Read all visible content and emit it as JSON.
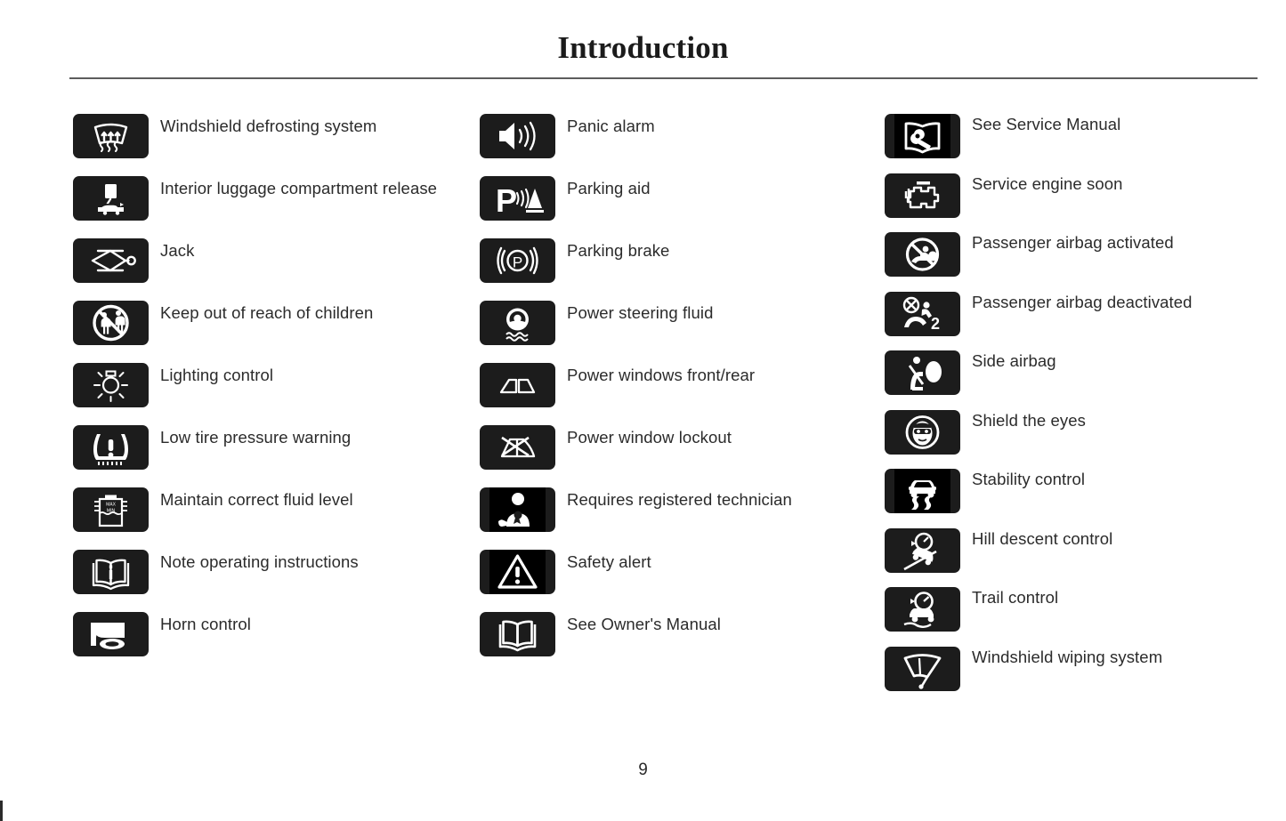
{
  "page": {
    "title": "Introduction",
    "page_number": "9",
    "text_color": "#2b2b2b",
    "icon_bg_color": "#1c1c1c",
    "rule_color": "#5c5c5c"
  },
  "columns": [
    {
      "name": "column-1",
      "items": [
        {
          "label": "Windshield defrosting system",
          "icon": "windshield-defrost-icon"
        },
        {
          "label": "Interior luggage compartment release",
          "icon": "luggage-compartment-release-icon"
        },
        {
          "label": "Jack",
          "icon": "jack-icon"
        },
        {
          "label": "Keep out of reach of children",
          "icon": "keep-out-of-reach-of-children-icon"
        },
        {
          "label": "Lighting control",
          "icon": "lighting-control-icon"
        },
        {
          "label": "Low tire pressure warning",
          "icon": "low-tire-pressure-icon"
        },
        {
          "label": "Maintain correct fluid level",
          "icon": "maintain-fluid-level-icon"
        },
        {
          "label": "Note operating instructions",
          "icon": "note-operating-instructions-icon"
        },
        {
          "label": "Horn control",
          "icon": "horn-control-icon"
        }
      ]
    },
    {
      "name": "column-2",
      "items": [
        {
          "label": "Panic alarm",
          "icon": "panic-alarm-icon"
        },
        {
          "label": "Parking aid",
          "icon": "parking-aid-icon"
        },
        {
          "label": "Parking brake",
          "icon": "parking-brake-icon"
        },
        {
          "label": "Power steering fluid",
          "icon": "power-steering-fluid-icon"
        },
        {
          "label": "Power windows front/rear",
          "icon": "power-windows-icon"
        },
        {
          "label": "Power window lockout",
          "icon": "power-window-lockout-icon"
        },
        {
          "label": "Requires registered technician",
          "icon": "registered-technician-icon"
        },
        {
          "label": "Safety alert",
          "icon": "safety-alert-icon"
        },
        {
          "label": "See Owner's Manual",
          "icon": "owners-manual-icon"
        }
      ]
    },
    {
      "name": "column-3",
      "items": [
        {
          "label": "See Service Manual",
          "icon": "service-manual-icon"
        },
        {
          "label": "Service engine soon",
          "icon": "service-engine-soon-icon"
        },
        {
          "label": "Passenger airbag activated",
          "icon": "passenger-airbag-activated-icon"
        },
        {
          "label": "Passenger airbag deactivated",
          "icon": "passenger-airbag-deactivated-icon"
        },
        {
          "label": "Side airbag",
          "icon": "side-airbag-icon"
        },
        {
          "label": "Shield the eyes",
          "icon": "shield-the-eyes-icon"
        },
        {
          "label": "Stability control",
          "icon": "stability-control-icon"
        },
        {
          "label": "Hill descent control",
          "icon": "hill-descent-control-icon"
        },
        {
          "label": "Trail control",
          "icon": "trail-control-icon"
        },
        {
          "label": "Windshield wiping system",
          "icon": "windshield-wiping-icon"
        }
      ]
    }
  ]
}
